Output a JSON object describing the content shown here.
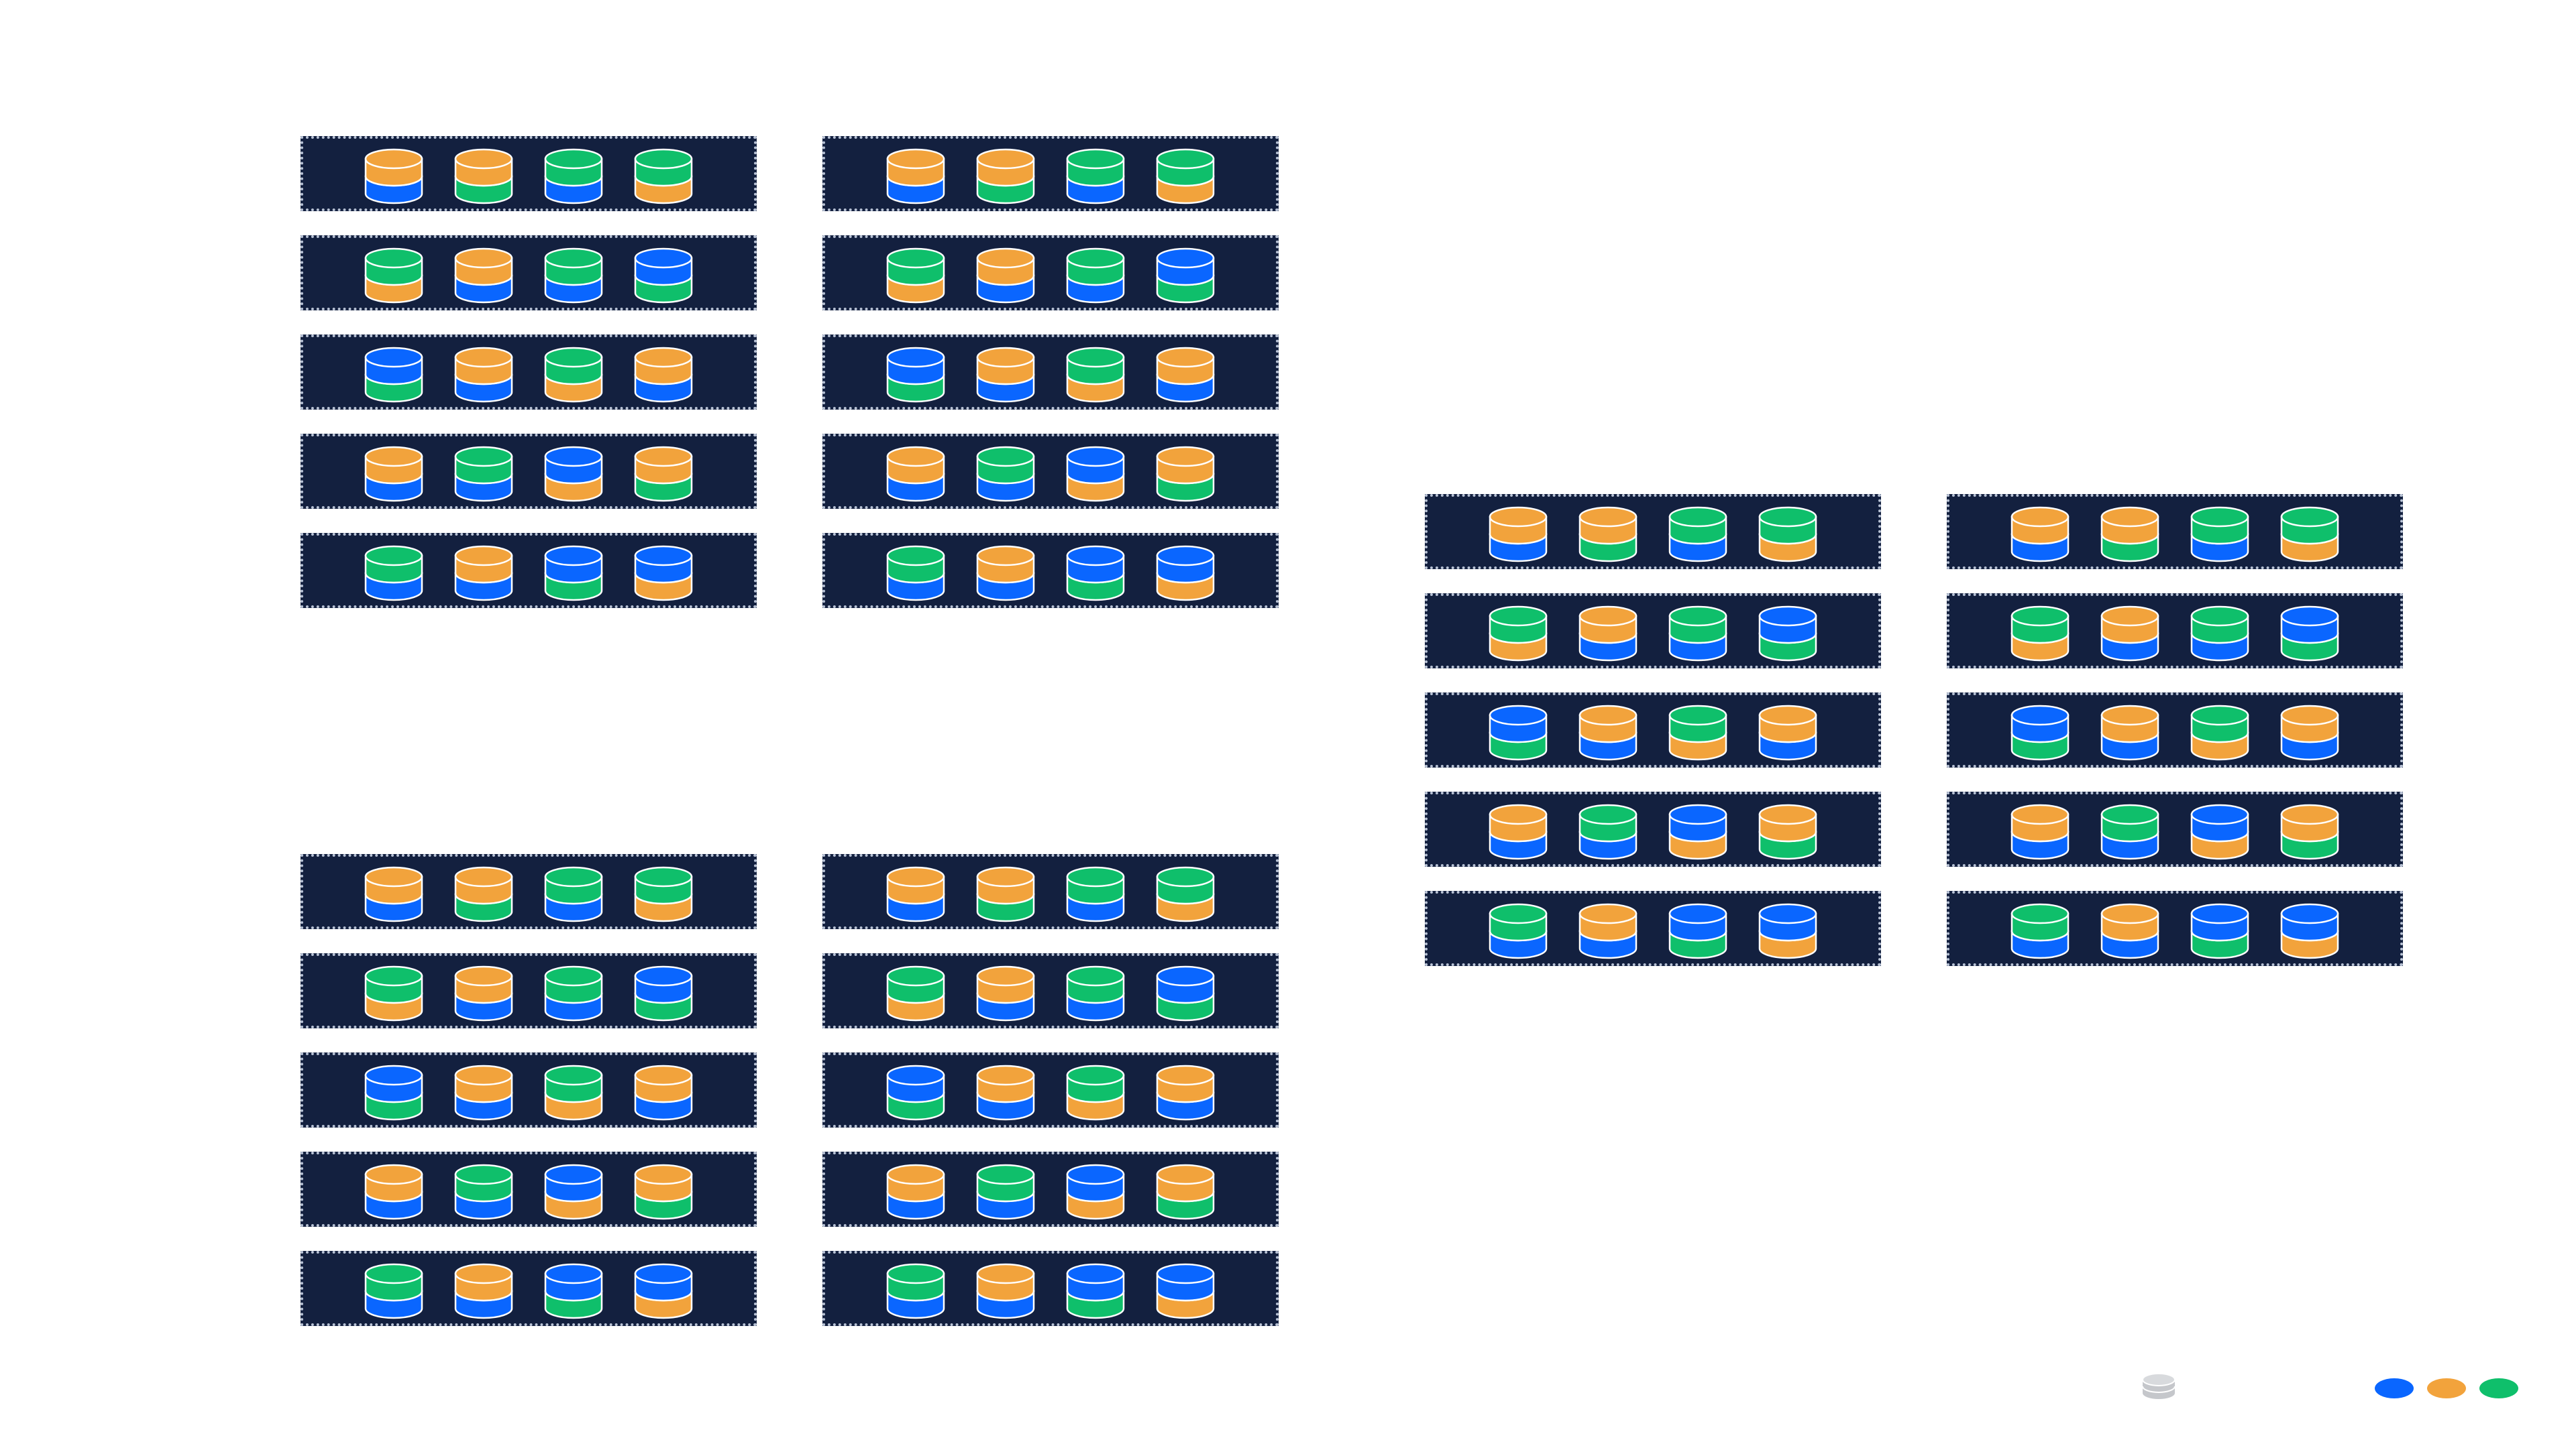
{
  "colors": {
    "blue": "#0a66ff",
    "orange": "#f2a33c",
    "green": "#0fbf6b",
    "server_bg": "#13203f",
    "server_border": "#b9c3d6",
    "legend_gray": "#c5c7cb"
  },
  "groups": [
    {
      "id": "top-left",
      "columns": [
        {
          "servers": [
            {
              "disks": [
                [
                  "orange",
                  "blue"
                ],
                [
                  "orange",
                  "green"
                ],
                [
                  "green",
                  "blue"
                ],
                [
                  "green",
                  "orange"
                ]
              ]
            },
            {
              "disks": [
                [
                  "green",
                  "orange"
                ],
                [
                  "orange",
                  "blue"
                ],
                [
                  "green",
                  "blue"
                ],
                [
                  "blue",
                  "green"
                ]
              ]
            },
            {
              "disks": [
                [
                  "blue",
                  "green"
                ],
                [
                  "orange",
                  "blue"
                ],
                [
                  "green",
                  "orange"
                ],
                [
                  "orange",
                  "blue"
                ]
              ]
            },
            {
              "disks": [
                [
                  "orange",
                  "blue"
                ],
                [
                  "green",
                  "blue"
                ],
                [
                  "blue",
                  "orange"
                ],
                [
                  "orange",
                  "green"
                ]
              ]
            },
            {
              "disks": [
                [
                  "green",
                  "blue"
                ],
                [
                  "orange",
                  "blue"
                ],
                [
                  "blue",
                  "green"
                ],
                [
                  "blue",
                  "orange"
                ]
              ]
            }
          ]
        },
        {
          "servers": [
            {
              "disks": [
                [
                  "orange",
                  "blue"
                ],
                [
                  "orange",
                  "green"
                ],
                [
                  "green",
                  "blue"
                ],
                [
                  "green",
                  "orange"
                ]
              ]
            },
            {
              "disks": [
                [
                  "green",
                  "orange"
                ],
                [
                  "orange",
                  "blue"
                ],
                [
                  "green",
                  "blue"
                ],
                [
                  "blue",
                  "green"
                ]
              ]
            },
            {
              "disks": [
                [
                  "blue",
                  "green"
                ],
                [
                  "orange",
                  "blue"
                ],
                [
                  "green",
                  "orange"
                ],
                [
                  "orange",
                  "blue"
                ]
              ]
            },
            {
              "disks": [
                [
                  "orange",
                  "blue"
                ],
                [
                  "green",
                  "blue"
                ],
                [
                  "blue",
                  "orange"
                ],
                [
                  "orange",
                  "green"
                ]
              ]
            },
            {
              "disks": [
                [
                  "green",
                  "blue"
                ],
                [
                  "orange",
                  "blue"
                ],
                [
                  "blue",
                  "green"
                ],
                [
                  "blue",
                  "orange"
                ]
              ]
            }
          ]
        }
      ]
    },
    {
      "id": "bottom-left",
      "columns": [
        {
          "servers": [
            {
              "disks": [
                [
                  "orange",
                  "blue"
                ],
                [
                  "orange",
                  "green"
                ],
                [
                  "green",
                  "blue"
                ],
                [
                  "green",
                  "orange"
                ]
              ]
            },
            {
              "disks": [
                [
                  "green",
                  "orange"
                ],
                [
                  "orange",
                  "blue"
                ],
                [
                  "green",
                  "blue"
                ],
                [
                  "blue",
                  "green"
                ]
              ]
            },
            {
              "disks": [
                [
                  "blue",
                  "green"
                ],
                [
                  "orange",
                  "blue"
                ],
                [
                  "green",
                  "orange"
                ],
                [
                  "orange",
                  "blue"
                ]
              ]
            },
            {
              "disks": [
                [
                  "orange",
                  "blue"
                ],
                [
                  "green",
                  "blue"
                ],
                [
                  "blue",
                  "orange"
                ],
                [
                  "orange",
                  "green"
                ]
              ]
            },
            {
              "disks": [
                [
                  "green",
                  "blue"
                ],
                [
                  "orange",
                  "blue"
                ],
                [
                  "blue",
                  "green"
                ],
                [
                  "blue",
                  "orange"
                ]
              ]
            }
          ]
        },
        {
          "servers": [
            {
              "disks": [
                [
                  "orange",
                  "blue"
                ],
                [
                  "orange",
                  "green"
                ],
                [
                  "green",
                  "blue"
                ],
                [
                  "green",
                  "orange"
                ]
              ]
            },
            {
              "disks": [
                [
                  "green",
                  "orange"
                ],
                [
                  "orange",
                  "blue"
                ],
                [
                  "green",
                  "blue"
                ],
                [
                  "blue",
                  "green"
                ]
              ]
            },
            {
              "disks": [
                [
                  "blue",
                  "green"
                ],
                [
                  "orange",
                  "blue"
                ],
                [
                  "green",
                  "orange"
                ],
                [
                  "orange",
                  "blue"
                ]
              ]
            },
            {
              "disks": [
                [
                  "orange",
                  "blue"
                ],
                [
                  "green",
                  "blue"
                ],
                [
                  "blue",
                  "orange"
                ],
                [
                  "orange",
                  "green"
                ]
              ]
            },
            {
              "disks": [
                [
                  "green",
                  "blue"
                ],
                [
                  "orange",
                  "blue"
                ],
                [
                  "blue",
                  "green"
                ],
                [
                  "blue",
                  "orange"
                ]
              ]
            }
          ]
        }
      ]
    },
    {
      "id": "right",
      "columns": [
        {
          "servers": [
            {
              "disks": [
                [
                  "orange",
                  "blue"
                ],
                [
                  "orange",
                  "green"
                ],
                [
                  "green",
                  "blue"
                ],
                [
                  "green",
                  "orange"
                ]
              ]
            },
            {
              "disks": [
                [
                  "green",
                  "orange"
                ],
                [
                  "orange",
                  "blue"
                ],
                [
                  "green",
                  "blue"
                ],
                [
                  "blue",
                  "green"
                ]
              ]
            },
            {
              "disks": [
                [
                  "blue",
                  "green"
                ],
                [
                  "orange",
                  "blue"
                ],
                [
                  "green",
                  "orange"
                ],
                [
                  "orange",
                  "blue"
                ]
              ]
            },
            {
              "disks": [
                [
                  "orange",
                  "blue"
                ],
                [
                  "green",
                  "blue"
                ],
                [
                  "blue",
                  "orange"
                ],
                [
                  "orange",
                  "green"
                ]
              ]
            },
            {
              "disks": [
                [
                  "green",
                  "blue"
                ],
                [
                  "orange",
                  "blue"
                ],
                [
                  "blue",
                  "green"
                ],
                [
                  "blue",
                  "orange"
                ]
              ]
            }
          ]
        },
        {
          "servers": [
            {
              "disks": [
                [
                  "orange",
                  "blue"
                ],
                [
                  "orange",
                  "green"
                ],
                [
                  "green",
                  "blue"
                ],
                [
                  "green",
                  "orange"
                ]
              ]
            },
            {
              "disks": [
                [
                  "green",
                  "orange"
                ],
                [
                  "orange",
                  "blue"
                ],
                [
                  "green",
                  "blue"
                ],
                [
                  "blue",
                  "green"
                ]
              ]
            },
            {
              "disks": [
                [
                  "blue",
                  "green"
                ],
                [
                  "orange",
                  "blue"
                ],
                [
                  "green",
                  "orange"
                ],
                [
                  "orange",
                  "blue"
                ]
              ]
            },
            {
              "disks": [
                [
                  "orange",
                  "blue"
                ],
                [
                  "green",
                  "blue"
                ],
                [
                  "blue",
                  "orange"
                ],
                [
                  "orange",
                  "green"
                ]
              ]
            },
            {
              "disks": [
                [
                  "green",
                  "blue"
                ],
                [
                  "orange",
                  "blue"
                ],
                [
                  "blue",
                  "green"
                ],
                [
                  "blue",
                  "orange"
                ]
              ]
            }
          ]
        }
      ]
    }
  ],
  "legend": {
    "caption": "",
    "disk_icon": "database-icon",
    "dots": [
      "blue",
      "orange",
      "green"
    ]
  }
}
